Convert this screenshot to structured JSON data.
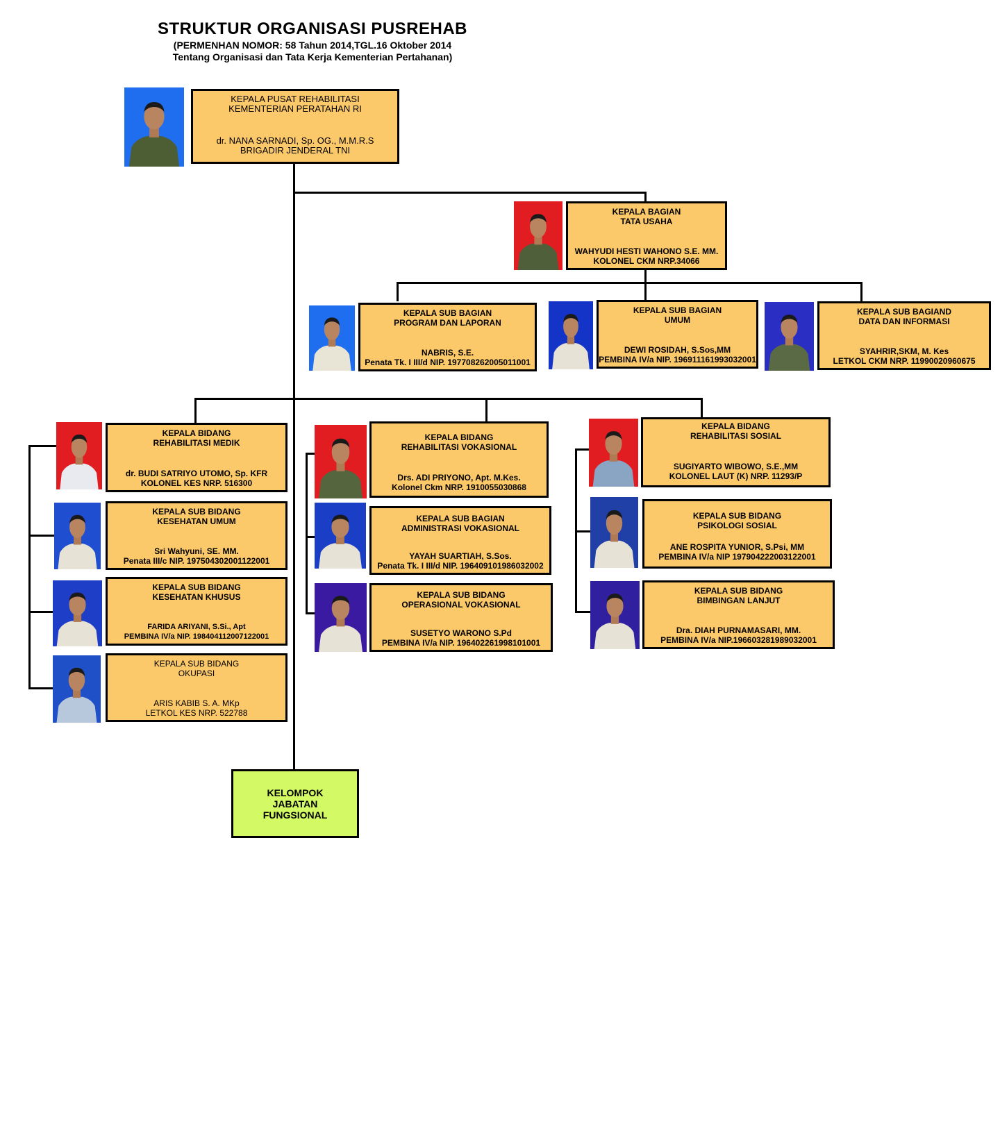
{
  "header": {
    "title": "STRUKTUR ORGANISASI PUSREHAB",
    "subtitle1": "(PERMENHAN  NOMOR:  58 Tahun 2014,TGL.16 Oktober 2014",
    "subtitle2": "Tentang Organisasi  dan Tata Kerja Kementerian Pertahanan)"
  },
  "nodes": {
    "kapus": {
      "role1": "KEPALA PUSAT REHABILITASI",
      "role2": "KEMENTERIAN PERATAHAN RI",
      "name": "dr. NANA SARNADI, Sp. OG., M.M.R.S",
      "rank": "BRIGADIR JENDERAL TNI"
    },
    "kabag_tu": {
      "role1": "KEPALA  BAGIAN",
      "role2": "TATA USAHA",
      "name": "WAHYUDI  HESTI WAHONO S.E. MM.",
      "rank": "KOLONEL  CKM  NRP.34066"
    },
    "subbag_proglap": {
      "role1": "KEPALA  SUB BAGIAN",
      "role2": "PROGRAM  DAN LAPORAN",
      "name": "NABRIS,  S.E.",
      "rank": "Penata Tk. I III/d  NIP.  197708262005011001"
    },
    "subbag_umum": {
      "role1": "KEPALA  SUB BAGIAN",
      "role2": "UMUM",
      "name": "DEWI ROSIDAH,  S.Sos,MM",
      "rank": "PEMBINA  IV/a NIP.  196911161993032001"
    },
    "subbag_datin": {
      "role1": "KEPALA  SUB BAGIAND",
      "role2": "DATA  DAN INFORMASI",
      "name": "SYAHRIR,SKM,   M. Kes",
      "rank": "LETKOL  CKM NRP.  11990020960675"
    },
    "kabid_medik": {
      "role1": "KEPALA  BIDANG",
      "role2": "REHABILITASI  MEDIK",
      "name": "dr. BUDI  SATRIYO  UTOMO,  Sp. KFR",
      "rank": "KOLONEL  KES  NRP.  516300"
    },
    "subbid_kesum": {
      "role1": "KEPALA  SUB BIDANG",
      "role2": "KESEHATAN  UMUM",
      "name": "Sri Wahyuni,  SE.  MM.",
      "rank": "Penata III/c NIP.  197504302001122001"
    },
    "subbid_kessus": {
      "role1": "KEPALA  SUB BIDANG",
      "role2": "KESEHATAN  KHUSUS",
      "name": "FARIDA  ARIYANI,   S.Si., Apt",
      "rank": "PEMBINA  IV/a NIP.  198404112007122001"
    },
    "subbid_okupasi": {
      "role1": "KEPALA SUB BIDANG",
      "role2": "OKUPASI",
      "name": "ARIS KABIB S. A. MKp",
      "rank": "LETKOL KES NRP. 522788"
    },
    "kabid_vokasional": {
      "role1": "KEPALA  BIDANG",
      "role2": "REHABILITASI  VOKASIONAL",
      "name": "Drs.  ADI  PRIYONO,  Apt.  M.Kes.",
      "rank": "Kolonel  Ckm  NRP.  1910055030868"
    },
    "subbag_adminvok": {
      "role1": "KEPALA  SUB BAGIAN",
      "role2": "ADMINISTRASI  VOKASIONAL",
      "name": "YAYAH  SUARTIAH,   S.Sos.",
      "rank": "Penata Tk. I III/d   NIP.  196409101986032002"
    },
    "subbid_opsvok": {
      "role1": "KEPALA  SUB BIDANG",
      "role2": "OPERASIONAL  VOKASIONAL",
      "name": "SUSETYO  WARONO  S.Pd",
      "rank": "PEMBINA   IV/a   NIP.  196402261998101001"
    },
    "kabid_sosial": {
      "role1": "KEPALA  BIDANG",
      "role2": "REHABILITASI  SOSIAL",
      "name": "SUGIYARTO   WIBOWO, S.E.,MM",
      "rank": "KOLONEL  LAUT  (K) NRP.  11293/P"
    },
    "subbid_psikologi": {
      "role1": "KEPALA  SUB BIDANG",
      "role2": "PSIKOLOGI  SOSIAL",
      "name": "ANE  ROSPITA  YUNIOR,   S.Psi, MM",
      "rank": "PEMBINA   IV/a   NIP  197904222003122001"
    },
    "subbid_binjut": {
      "role1": "KEPALA  SUB BIDANG",
      "role2": "BIMBINGAN  LANJUT",
      "name": "Dra.  DIAH  PURNAMASARI,   MM.",
      "rank": "PEMBINA   IV/a  NIP.196603281989032001"
    },
    "fungsional": {
      "line1": "KELOMPOK",
      "line2": "JABATAN",
      "line3": "FUNGSIONAL"
    }
  },
  "colors": {
    "box_fill": "#fcc96a",
    "functional_fill": "#d3f964",
    "connector": "#000000"
  }
}
